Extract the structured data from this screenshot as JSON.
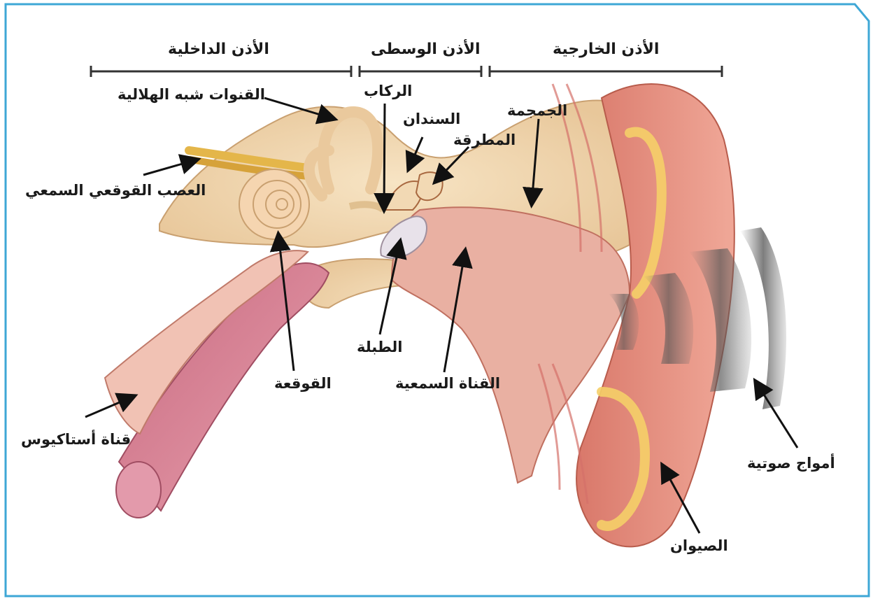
{
  "sections": {
    "inner": "الأذن الداخلية",
    "middle": "الأذن الوسطى",
    "outer": "الأذن الخارجية"
  },
  "labels": {
    "semicircular_canals": "القنوات شبه الهلالية",
    "stapes": "الركاب",
    "incus": "السندان",
    "malleus": "المطرقة",
    "skull": "الجمجمة",
    "auditory_nerve": "العصب القوقعي السمعي",
    "cochlea": "القوقعة",
    "eardrum": "الطبلة",
    "ear_canal": "القناة السمعية",
    "eustachian_tube": "قناة أستاكيوس",
    "sound_waves": "أمواج صوتية",
    "auricle": "الصيوان"
  },
  "colors": {
    "frame": "#3ea7d6",
    "skin": "#e59a8a",
    "bone": "#f2d9b4",
    "tube": "#d67f93",
    "wave": "#555555"
  }
}
